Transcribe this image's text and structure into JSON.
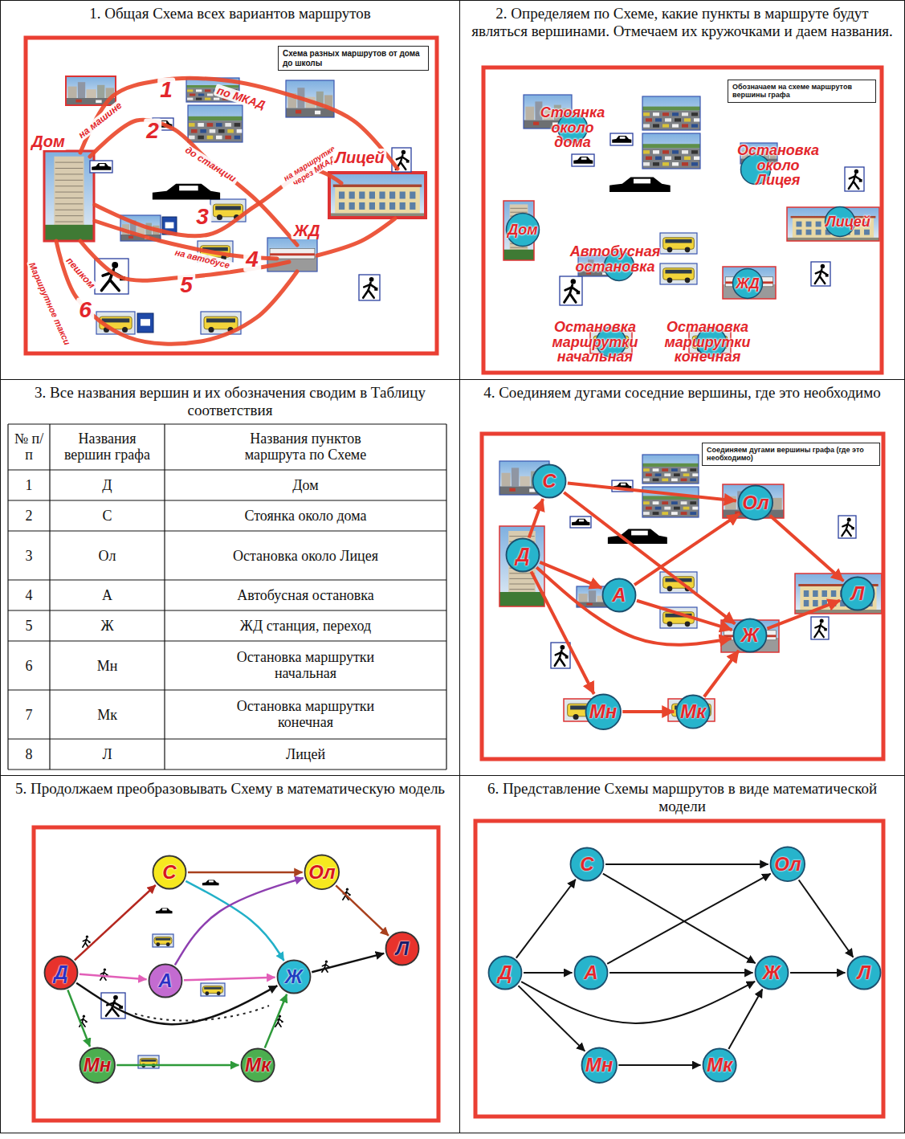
{
  "diagram": {
    "nodes": [
      {
        "text": [
          "1. Общая Схема всех вариантов маршрутов"
        ]
      },
      {
        "text": [
          "Схема разных маршрутов от дома до школы"
        ],
        "in": 0
      },
      {
        "text": [
          "2. Определяем по Схеме, какие пункты в маршруте будут являться вершинами. Отмечаем их кружочками и даем названия."
        ]
      },
      {
        "text": [
          "Обозначаем на схеме маршрутов вершины графа"
        ],
        "in": 2
      },
      {
        "text": [
          "Стоянка около дома"
        ],
        "in": 2
      },
      {
        "text": [
          "Остановка около Лицея"
        ],
        "in": 2
      },
      {
        "text": [
          "Дом"
        ],
        "in": 2
      },
      {
        "text": [
          "Лицей"
        ],
        "in": 2
      },
      {
        "text": [
          "Автобусная остановка"
        ],
        "in": 2
      },
      {
        "text": [
          "ЖД"
        ],
        "in": 2
      },
      {
        "text": [
          "Остановка маршрутки начальная"
        ],
        "in": 2
      },
      {
        "text": [
          "Остановка маршрутки конечная"
        ],
        "in": 2
      },
      {
        "text": [
          "3. Все названия вершин и их обозначения сводим в Таблицу соответствия"
        ]
      },
      {
        "text": [
          "4. Соединяем дугами соседние вершины, где это необходимо"
        ]
      },
      {
        "text": [
          "Соединяем дугами вершины графа (где это необходимо)"
        ],
        "in": 13
      },
      {
        "text": [
          "С"
        ],
        "in": 13
      },
      {
        "text": [
          "Ол"
        ],
        "in": 13
      },
      {
        "text": [
          "Д"
        ],
        "in": 13
      },
      {
        "text": [
          "А"
        ],
        "in": 13
      },
      {
        "text": [
          "Ж"
        ],
        "in": 13
      },
      {
        "text": [
          "Л"
        ],
        "in": 13
      },
      {
        "text": [
          "Мн"
        ],
        "in": 13
      },
      {
        "text": [
          "Мк"
        ],
        "in": 13
      },
      {
        "text": [
          "5. Продолжаем преобразовывать Схему в математическую модель"
        ]
      },
      {
        "text": [
          "С"
        ],
        "in": 23
      },
      {
        "text": [
          "Ол"
        ],
        "in": 23
      },
      {
        "text": [
          "Д"
        ],
        "in": 23
      },
      {
        "text": [
          "А"
        ],
        "in": 23
      },
      {
        "text": [
          "Ж"
        ],
        "in": 23
      },
      {
        "text": [
          "Л"
        ],
        "in": 23
      },
      {
        "text": [
          "Мн"
        ],
        "in": 23
      },
      {
        "text": [
          "Мк"
        ],
        "in": 23
      },
      {
        "text": [
          "6. Представление Схемы маршрутов в виде математической модели"
        ]
      },
      {
        "text": [
          "С"
        ],
        "in": 32
      },
      {
        "text": [
          "Ол"
        ],
        "in": 32
      },
      {
        "text": [
          "Д"
        ],
        "in": 32
      },
      {
        "text": [
          "А"
        ],
        "in": 32
      },
      {
        "text": [
          "Ж"
        ],
        "in": 32
      },
      {
        "text": [
          "Л"
        ],
        "in": 32
      },
      {
        "text": [
          "Мн"
        ],
        "in": 32
      },
      {
        "text": [
          "Мк"
        ],
        "in": 32
      }
    ],
    "edges": [
      {
        "from": 17,
        "to": 15,
        "arrow": "to"
      },
      {
        "from": 17,
        "to": 18,
        "arrow": "to"
      },
      {
        "from": 17,
        "to": 19,
        "arrow": "to"
      },
      {
        "from": 17,
        "to": 21,
        "arrow": "to"
      },
      {
        "from": 15,
        "to": 16,
        "arrow": "to"
      },
      {
        "from": 15,
        "to": 19,
        "arrow": "to"
      },
      {
        "from": 18,
        "to": 16,
        "arrow": "to"
      },
      {
        "from": 18,
        "to": 19,
        "arrow": "to"
      },
      {
        "from": 21,
        "to": 22,
        "arrow": "to"
      },
      {
        "from": 22,
        "to": 19,
        "arrow": "to"
      },
      {
        "from": 16,
        "to": 20,
        "arrow": "to"
      },
      {
        "from": 19,
        "to": 20,
        "arrow": "to"
      },
      {
        "from": 26,
        "to": 24,
        "arrow": "to"
      },
      {
        "from": 26,
        "to": 27,
        "arrow": "to"
      },
      {
        "from": 26,
        "to": 28,
        "arrow": "to"
      },
      {
        "from": 26,
        "to": 30,
        "arrow": "to"
      },
      {
        "from": 24,
        "to": 25,
        "arrow": "to"
      },
      {
        "from": 24,
        "to": 28,
        "arrow": "to"
      },
      {
        "from": 27,
        "to": 25,
        "arrow": "to"
      },
      {
        "from": 27,
        "to": 28,
        "arrow": "to"
      },
      {
        "from": 30,
        "to": 31,
        "arrow": "to"
      },
      {
        "from": 31,
        "to": 28,
        "arrow": "to"
      },
      {
        "from": 25,
        "to": 29,
        "arrow": "to"
      },
      {
        "from": 28,
        "to": 29,
        "arrow": "to"
      },
      {
        "from": 35,
        "to": 33,
        "arrow": "to"
      },
      {
        "from": 35,
        "to": 36,
        "arrow": "to"
      },
      {
        "from": 35,
        "to": 37,
        "arrow": "to"
      },
      {
        "from": 35,
        "to": 39,
        "arrow": "to"
      },
      {
        "from": 33,
        "to": 34,
        "arrow": "to"
      },
      {
        "from": 33,
        "to": 37,
        "arrow": "to"
      },
      {
        "from": 36,
        "to": 34,
        "arrow": "to"
      },
      {
        "from": 36,
        "to": 37,
        "arrow": "to"
      },
      {
        "from": 39,
        "to": 40,
        "arrow": "to"
      },
      {
        "from": 40,
        "to": 37,
        "arrow": "to"
      },
      {
        "from": 34,
        "to": 38,
        "arrow": "to"
      },
      {
        "from": 37,
        "to": 38,
        "arrow": "to"
      }
    ],
    "labels": [
      "1",
      "по МКАД",
      "на машине",
      "2",
      "до станции",
      "на маршрутке через МКАД",
      "Дом",
      "Лицей",
      "3",
      "ЖД",
      "4",
      "на автобусе",
      "5",
      "пешком",
      "6",
      "Маршрутное такси",
      "№ п/п",
      "Названия вершин графа",
      "Названия пунктов маршрута по Схеме",
      "1",
      "Д",
      "Дом",
      "2",
      "С",
      "Стоянка около дома",
      "3",
      "Ол",
      "Остановка около Лицея",
      "4",
      "А",
      "Автобусная остановка",
      "5",
      "Ж",
      "ЖД станция, переход",
      "6",
      "Мн",
      "Остановка маршрутки начальная",
      "7",
      "Мк",
      "Остановка маршрутки конечная",
      "8",
      "Л",
      "Лицей"
    ]
  }
}
